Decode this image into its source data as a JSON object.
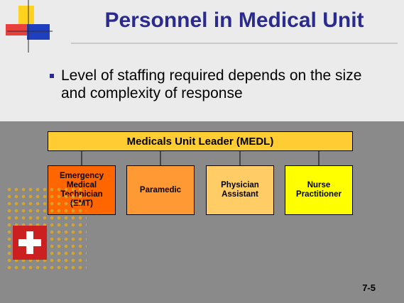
{
  "slide": {
    "title": "Personnel in Medical Unit",
    "bullet": "Level of staffing required depends on the size and complexity of response",
    "page_number": "7-5"
  },
  "org_chart": {
    "leader": "Medicals Unit Leader (MEDL)",
    "roles": [
      {
        "label": "Emergency Medical Technician (EMT)",
        "color": "#ff6600"
      },
      {
        "label": "Paramedic",
        "color": "#ff9933"
      },
      {
        "label": "Physician Assistant",
        "color": "#ffcc66"
      },
      {
        "label": "Nurse Practitioner",
        "color": "#ffff00"
      }
    ]
  },
  "colors": {
    "title": "#2b2b8f",
    "leader_fill": "#ffcc33",
    "lower_background": "#8a8a8a",
    "cross": "#cc1f1f"
  },
  "icons": [
    "corner-logo-icon",
    "bullet-square-icon",
    "medical-cross-icon"
  ]
}
